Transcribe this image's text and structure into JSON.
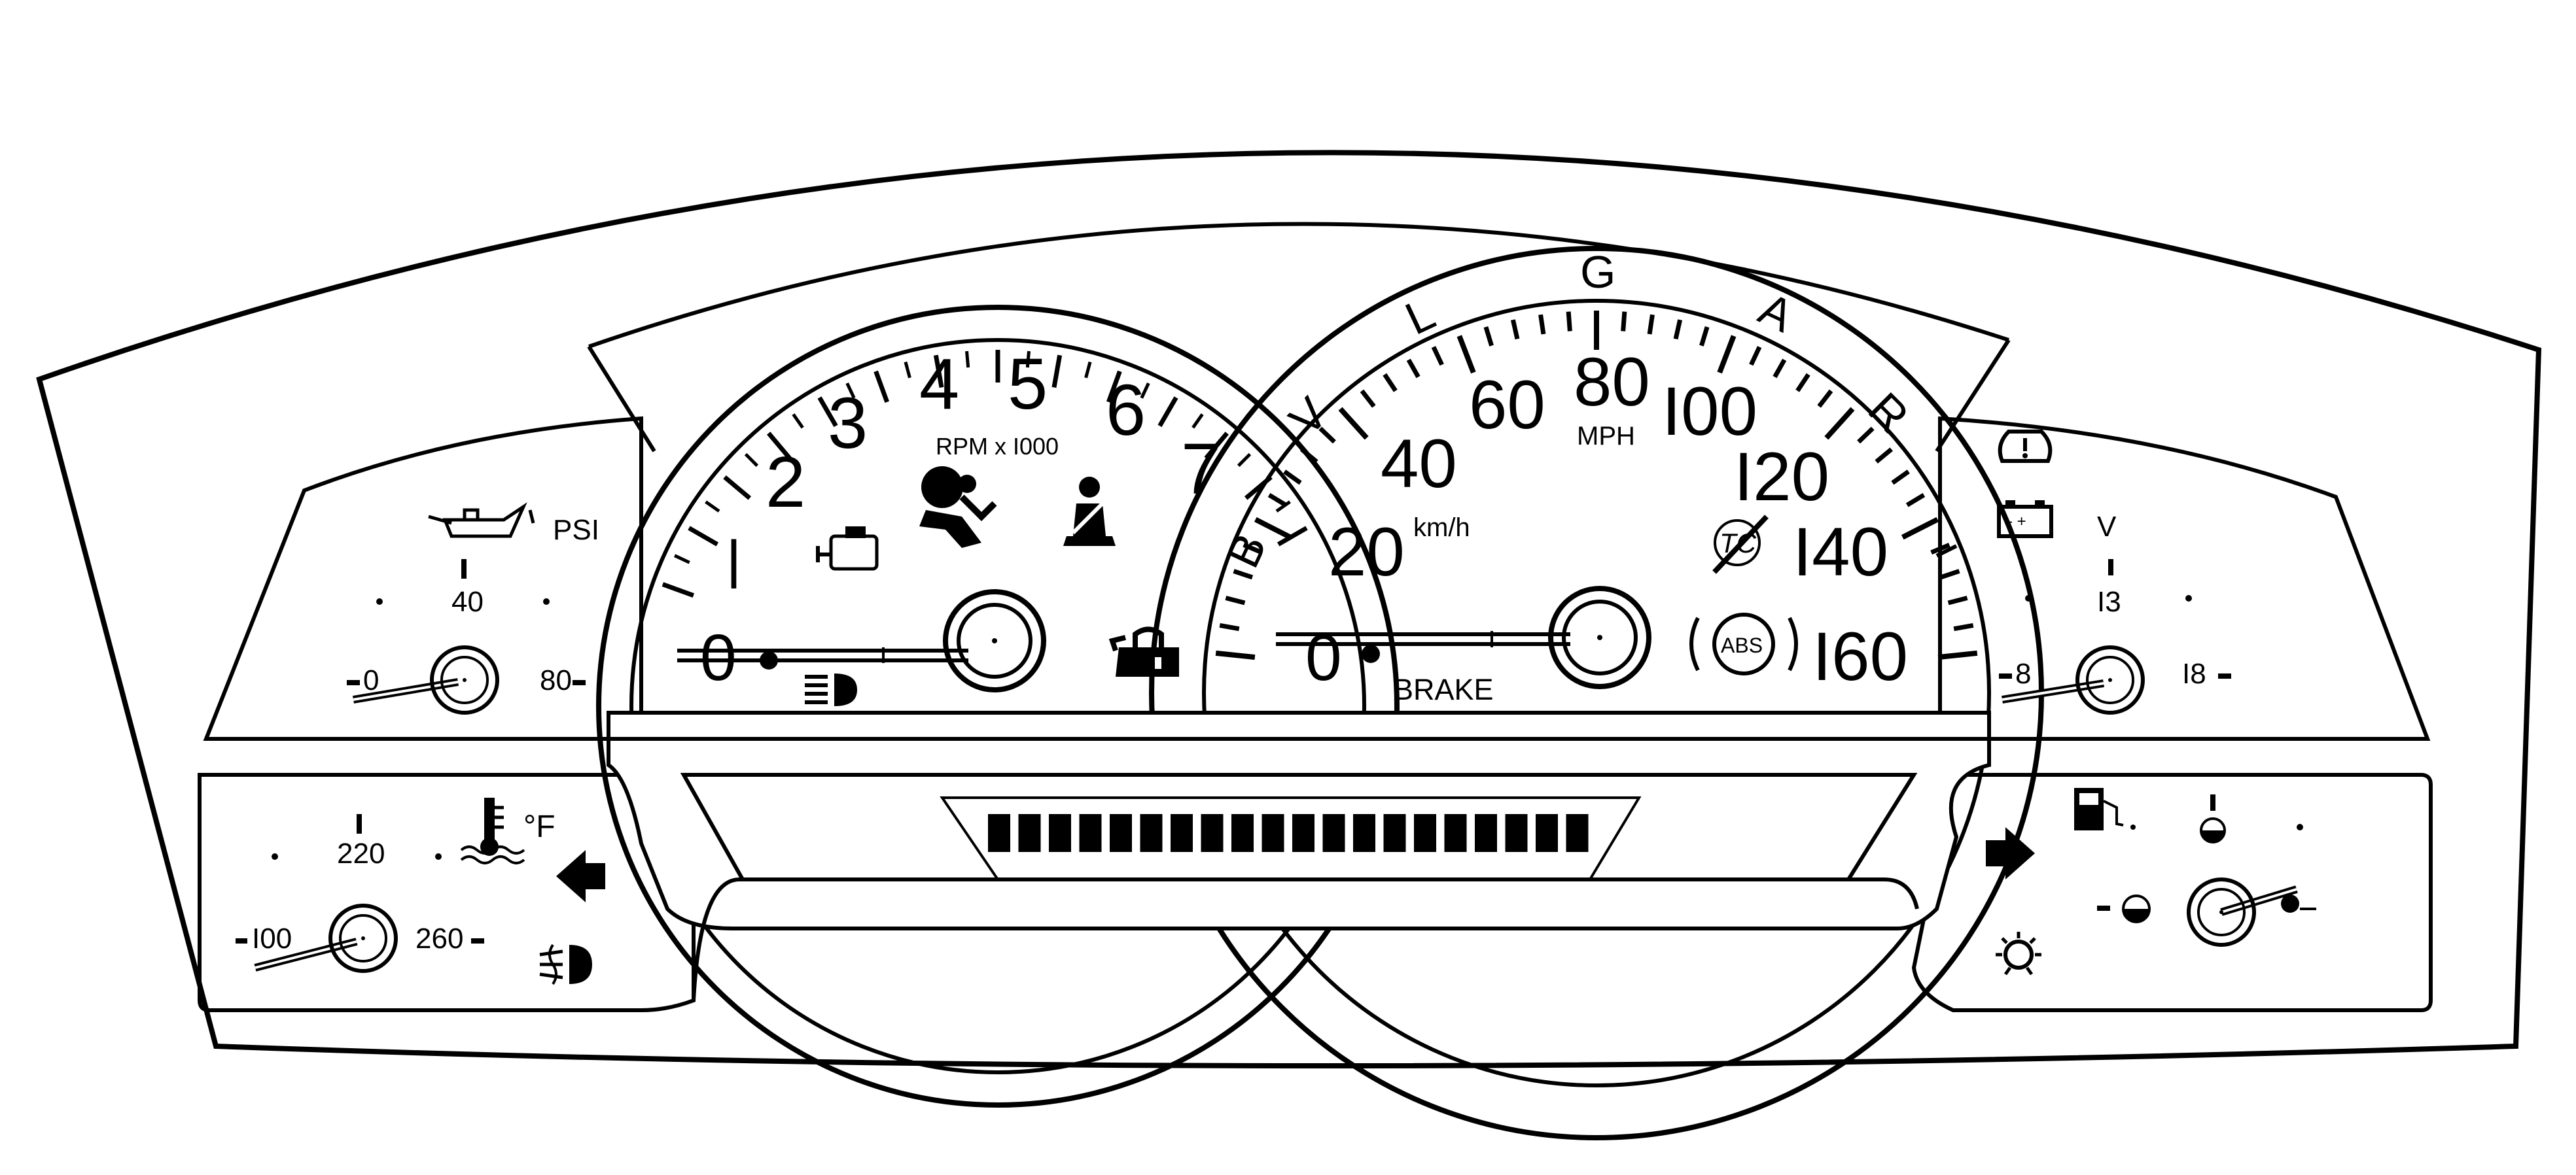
{
  "tachometer": {
    "numerals": [
      "I",
      "2",
      "3",
      "4",
      "5",
      "6",
      "7"
    ],
    "unit": "RPM x I000",
    "zero": "0"
  },
  "speedometer": {
    "mph_numerals": [
      "80",
      "I00",
      "I20",
      "I40",
      "I60"
    ],
    "kmh_numerals": [
      "20",
      "40",
      "60"
    ],
    "mph_unit": "MPH",
    "kmh_unit": "km/h",
    "zero": "0",
    "prndl": [
      "B",
      "V",
      "L",
      "G",
      "A",
      "R"
    ],
    "brake_label": "BRAKE",
    "abs_label": "ABS",
    "tc_label": "TC"
  },
  "oil_gauge": {
    "unit": "PSI",
    "mid": "40",
    "min": "0",
    "max": "80"
  },
  "temp_gauge": {
    "unit": "°F",
    "mid": "220",
    "min": "I00",
    "max": "260"
  },
  "volt_gauge": {
    "unit": "V",
    "mid": "I3",
    "min": "8",
    "max": "I8"
  },
  "odometer_display": {
    "segments": 20
  },
  "icons": [
    "oil-can-icon",
    "check-engine-icon",
    "airbag-icon",
    "seatbelt-icon",
    "high-beam-icon",
    "security-lock-icon",
    "tire-pressure-icon",
    "battery-icon",
    "coolant-temp-icon",
    "left-turn-arrow-icon",
    "fog-lamp-icon",
    "right-turn-arrow-icon",
    "fuel-pump-icon",
    "exterior-lamp-icon",
    "abs-icon",
    "traction-control-icon"
  ]
}
